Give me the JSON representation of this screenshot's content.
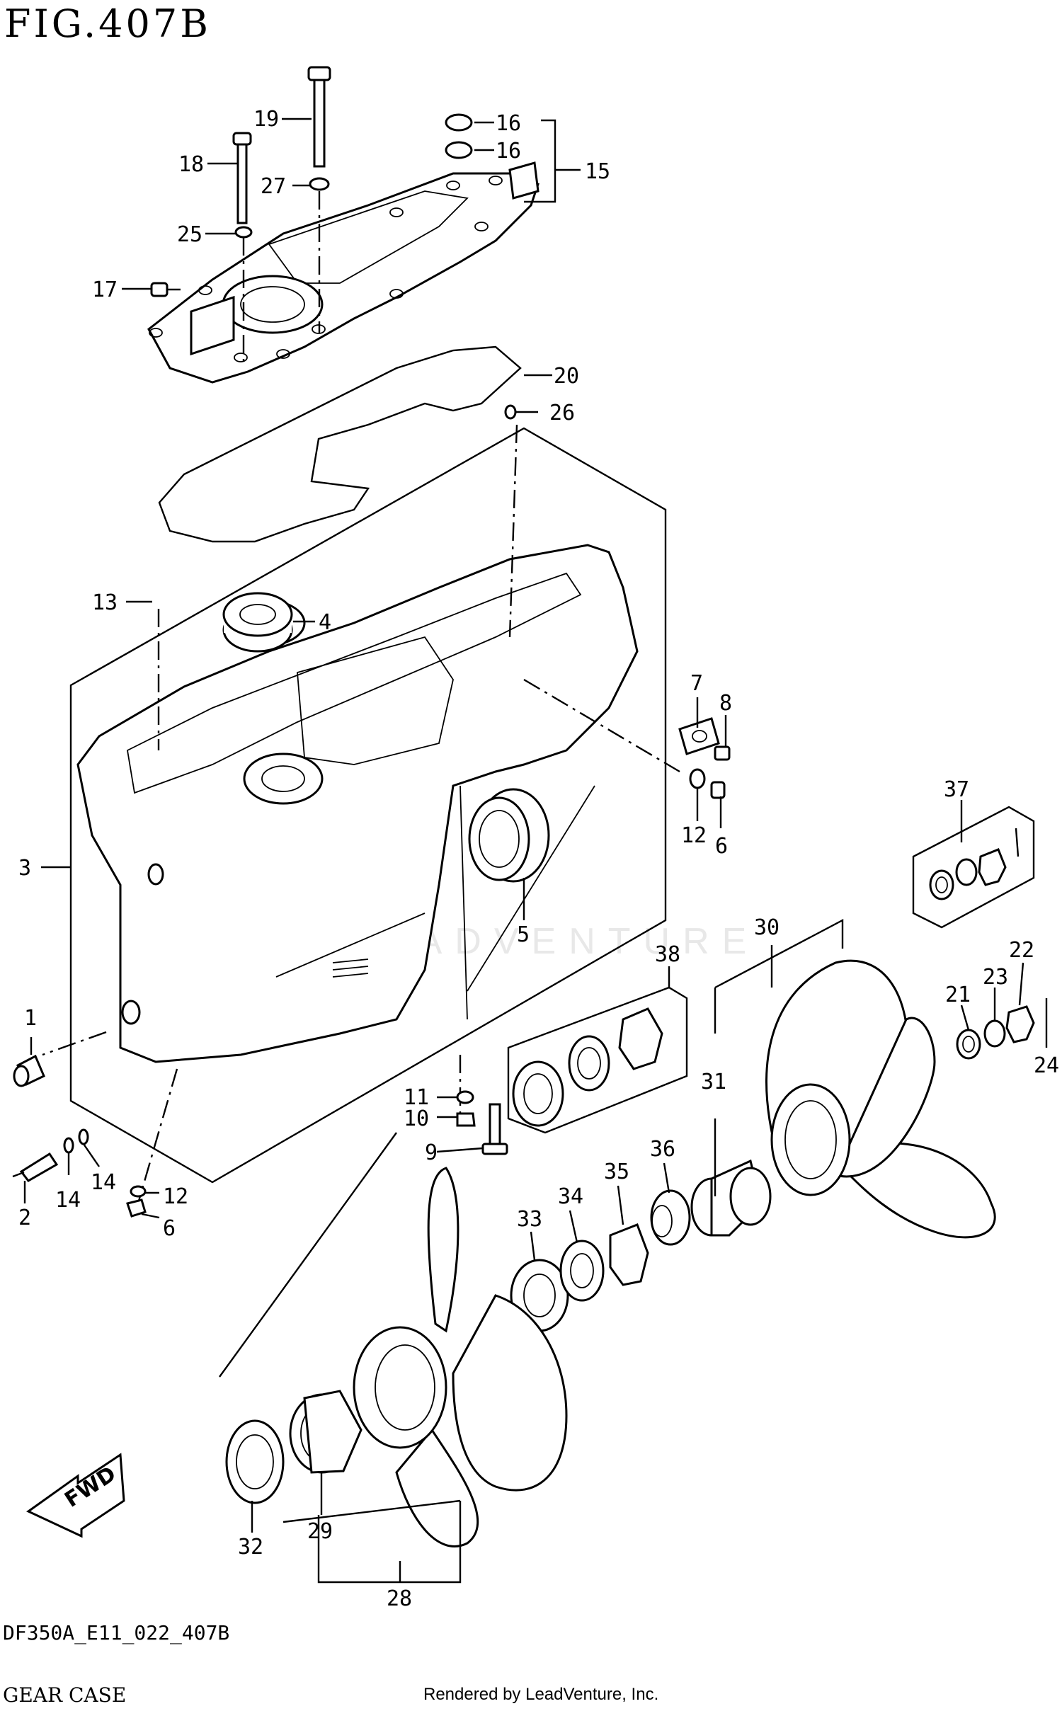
{
  "figure_title": "FIG.407B",
  "drawing_code": "DF350A_E11_022_407B",
  "section_title": "GEAR CASE",
  "render_credit": "Rendered by LeadVenture, Inc.",
  "watermark": "LEADVENTURE",
  "fwd_label": "FWD",
  "callouts": [
    "1",
    "2",
    "3",
    "4",
    "5",
    "6",
    "6",
    "7",
    "8",
    "9",
    "10",
    "11",
    "12",
    "12",
    "13",
    "14",
    "14",
    "15",
    "16",
    "16",
    "17",
    "18",
    "19",
    "20",
    "21",
    "22",
    "23",
    "24",
    "25",
    "26",
    "27",
    "28",
    "29",
    "30",
    "31",
    "32",
    "33",
    "34",
    "35",
    "36",
    "37",
    "38"
  ]
}
